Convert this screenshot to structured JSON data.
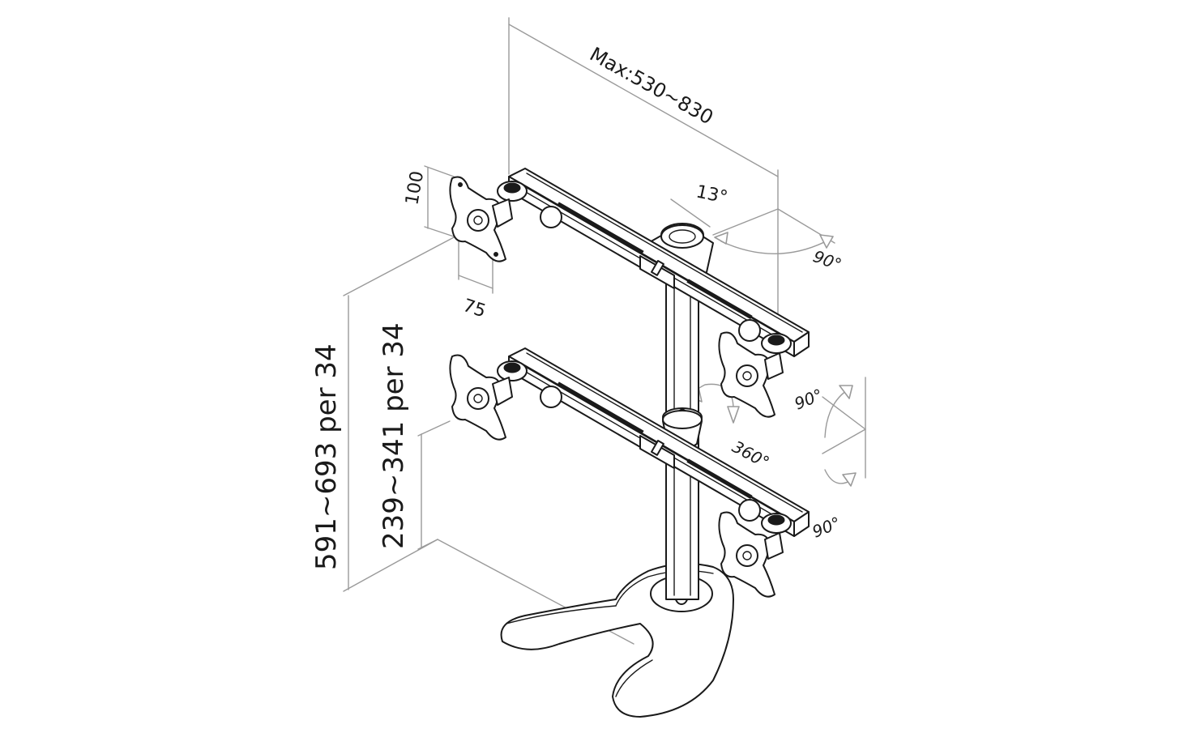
{
  "dimensions": {
    "max_width": "Max:530~830",
    "height_full": "591~693 per 34",
    "height_lower": "239~341 per 34",
    "vesa_vertical": "100",
    "vesa_horizontal": "75"
  },
  "angles": {
    "arm_pan": "13°",
    "arm_swing": "90°",
    "pole_rotation": "360°",
    "tilt_upper": "90°",
    "tilt_lower": "90°"
  },
  "colors": {
    "ink": "#1a1a1a",
    "dimension_line": "#9a9a9a",
    "background": "#ffffff"
  }
}
